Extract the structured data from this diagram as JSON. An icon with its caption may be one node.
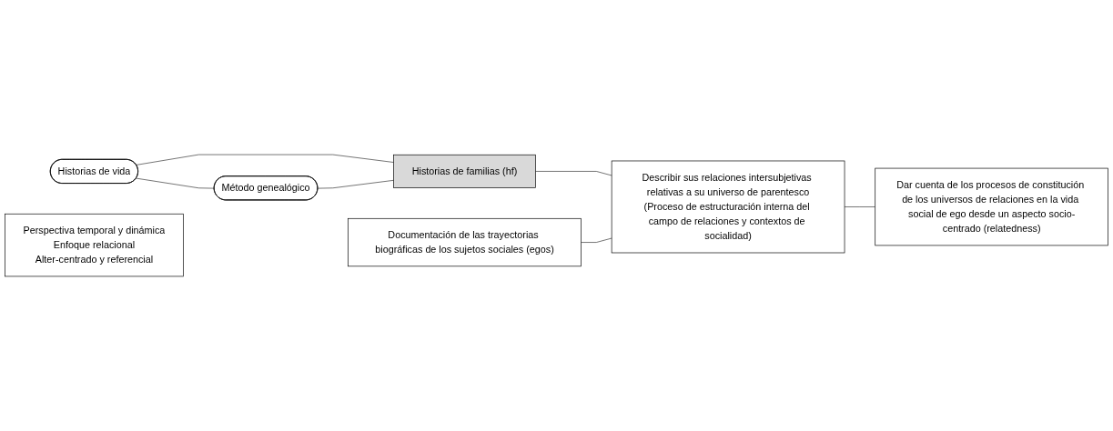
{
  "diagram": {
    "nodes": [
      {
        "text": [
          "Historias de vida"
        ]
      },
      {
        "text": [
          "Método genealógico"
        ]
      },
      {
        "text": [
          "Historias de familias (hf)"
        ]
      },
      {
        "text": [
          "Documentación de las trayectorias biográficas de los sujetos sociales (egos)"
        ]
      },
      {
        "text": [
          "Describir sus relaciones intersubjetivas relativas a su universo de parentesco",
          "(Proceso de estructuración interna del campo de relaciones y contextos de socialidad)"
        ]
      },
      {
        "text": [
          "Dar cuenta de los procesos de constitución de los universos de relaciones en la vida social de ego desde un aspecto socio-centrado (relatedness)"
        ]
      },
      {
        "text": [
          "Perspectiva temporal y dinámica",
          "Enfoque relacional",
          "Alter-centrado y referencial"
        ]
      }
    ],
    "edges": [
      {
        "from": 0,
        "to": 1,
        "arrow": "none"
      },
      {
        "from": 0,
        "to": 2,
        "arrow": "none"
      },
      {
        "from": 1,
        "to": 2,
        "arrow": "none"
      },
      {
        "from": 2,
        "to": 4,
        "arrow": "none"
      },
      {
        "from": 3,
        "to": 4,
        "arrow": "none"
      },
      {
        "from": 4,
        "to": 5,
        "arrow": "none"
      }
    ]
  }
}
